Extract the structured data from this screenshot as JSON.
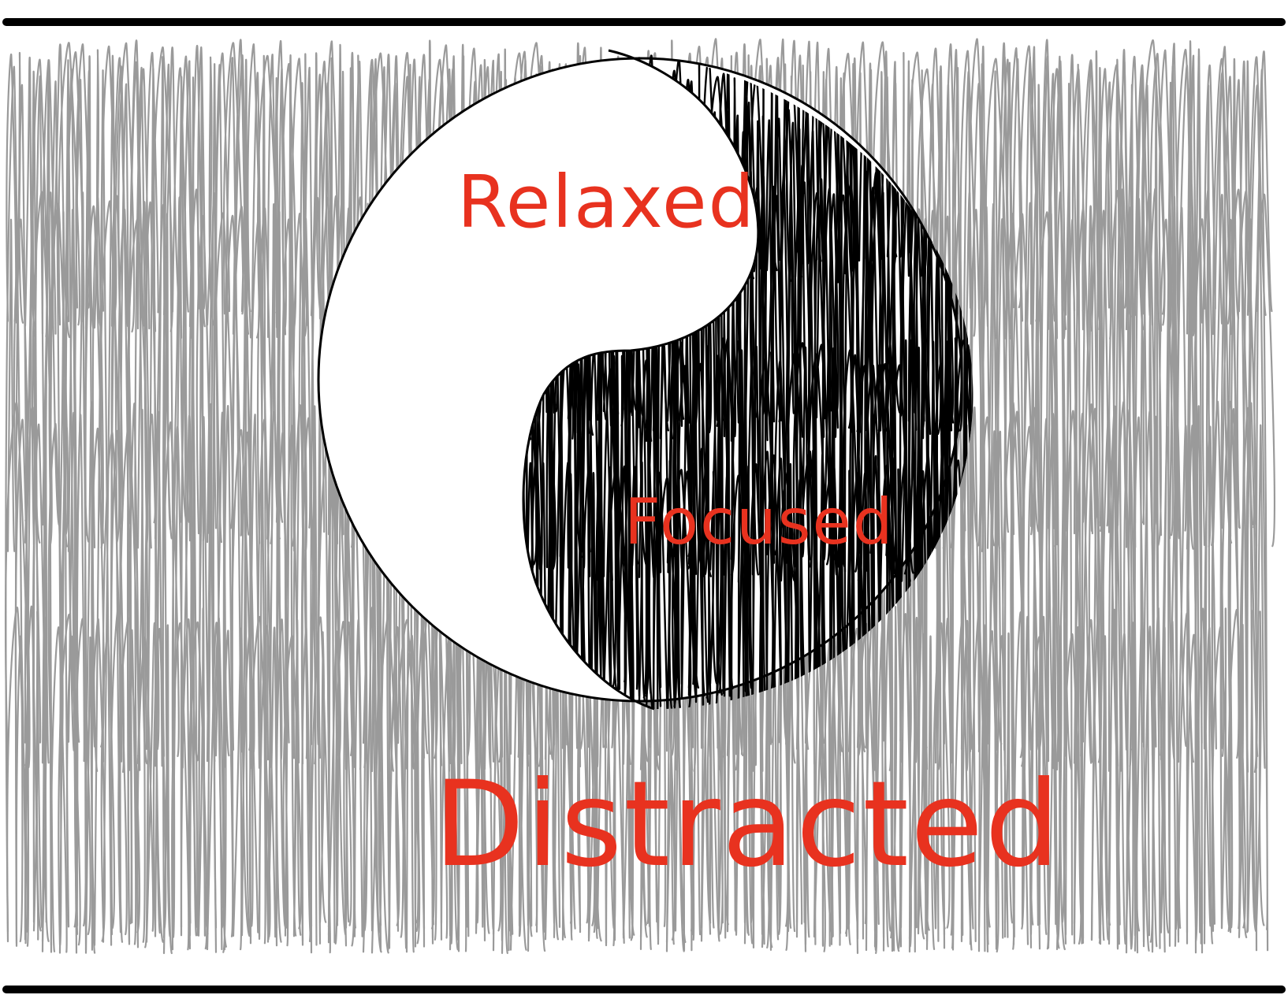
{
  "labels": {
    "relaxed": "Relaxed",
    "focused": "Focused",
    "distracted": "Distracted"
  },
  "colors": {
    "label": "#e8321f",
    "scribble_outer": "#9a9a9a",
    "scribble_inner": "#000000",
    "border": "#000000",
    "background": "#ffffff"
  }
}
